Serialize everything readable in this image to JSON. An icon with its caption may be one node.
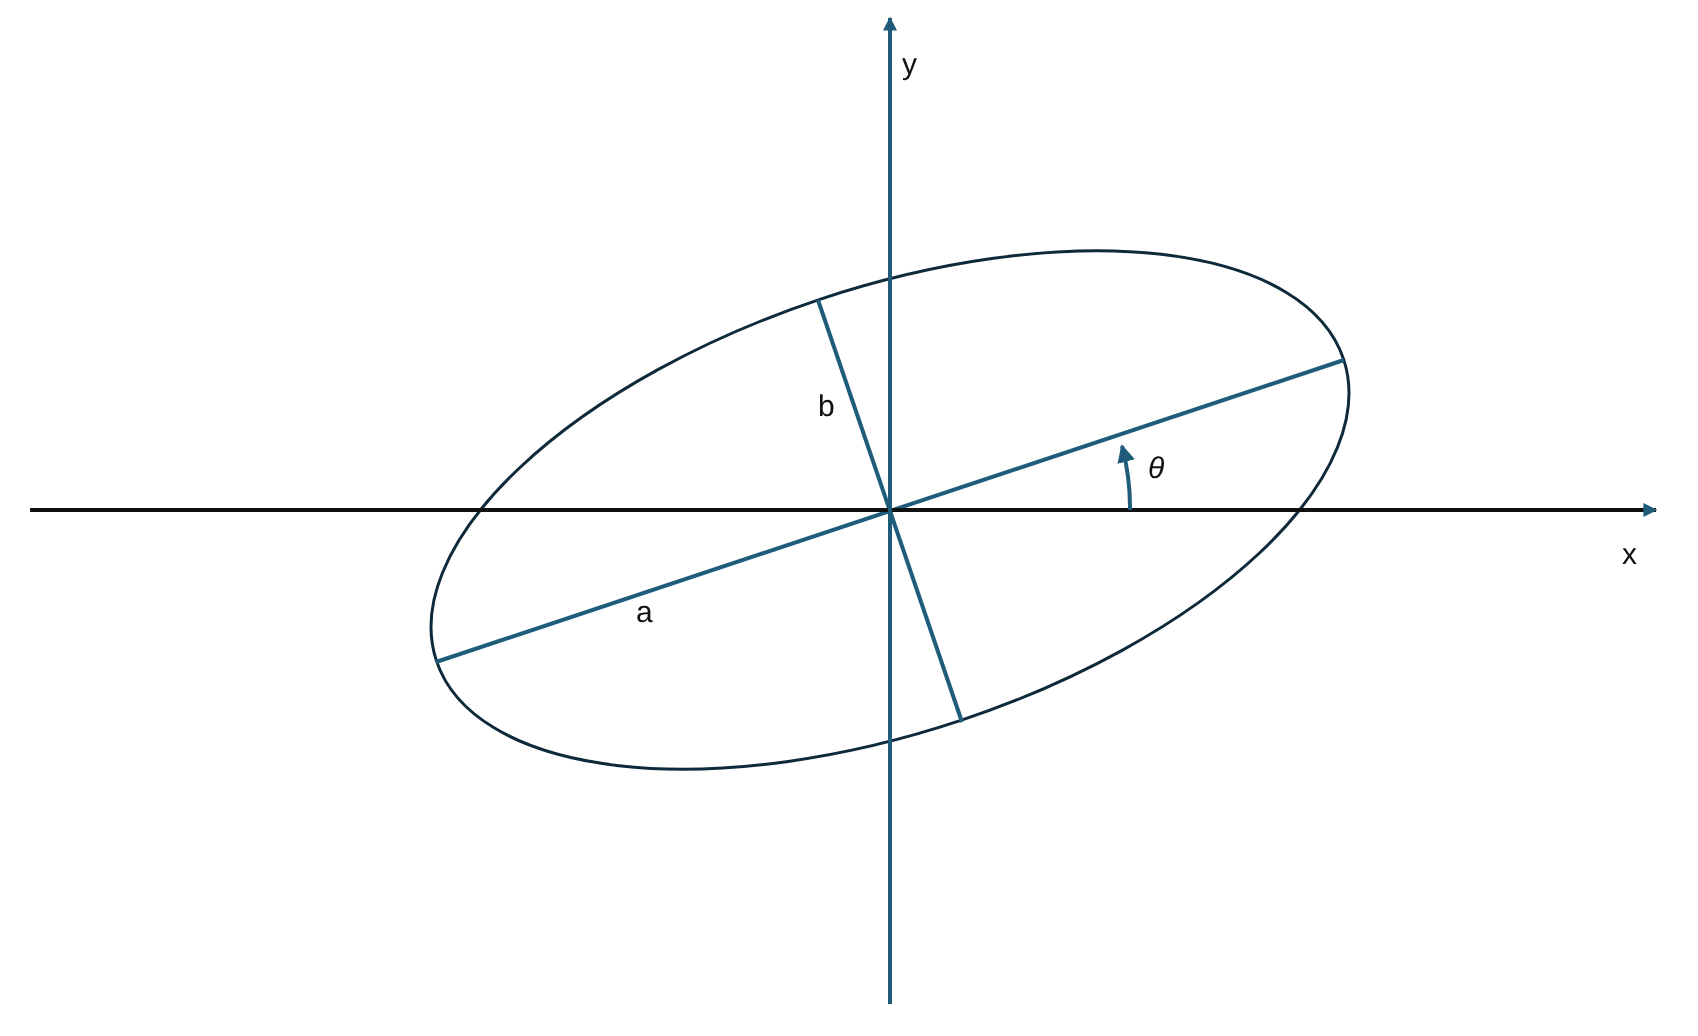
{
  "diagram": {
    "labels": [
      "y",
      "b",
      "θ",
      "x",
      "a"
    ]
  }
}
